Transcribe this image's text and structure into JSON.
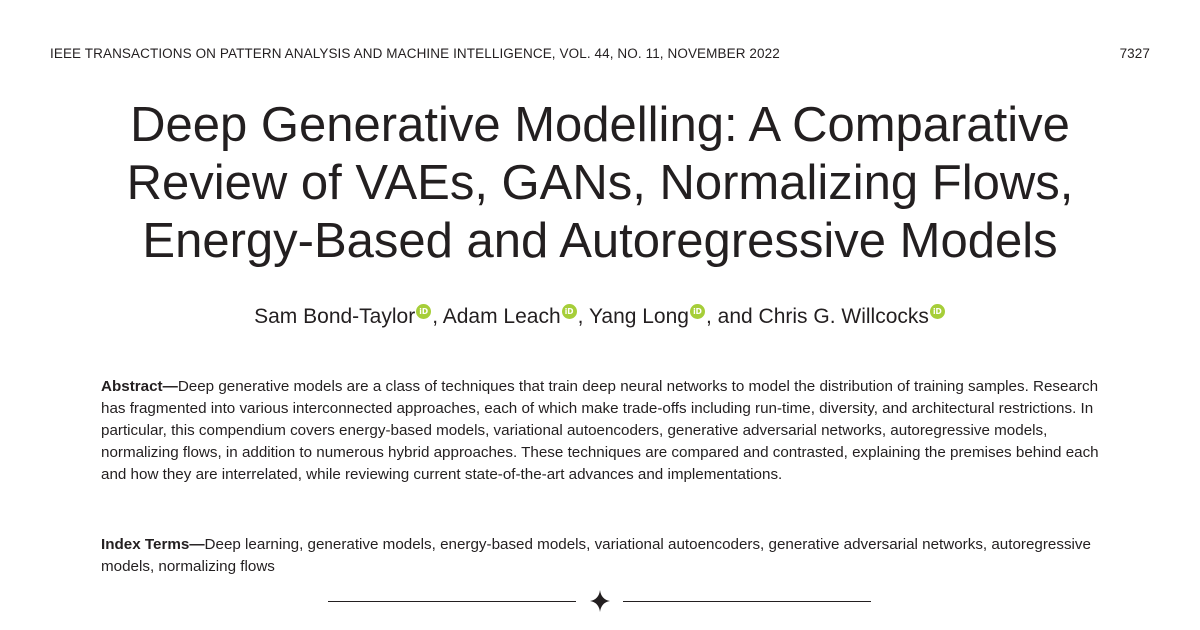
{
  "header": {
    "journal": "IEEE TRANSACTIONS ON PATTERN ANALYSIS AND MACHINE INTELLIGENCE, VOL. 44, NO. 11, NOVEMBER 2022",
    "page_number": "7327"
  },
  "title_lines": [
    "Deep Generative Modelling: A Comparative",
    "Review of VAEs, GANs, Normalizing Flows,",
    "Energy-Based and Autoregressive Models"
  ],
  "authors": [
    {
      "name": "Sam Bond-Taylor",
      "sep": ", "
    },
    {
      "name": "Adam Leach",
      "sep": ", "
    },
    {
      "name": "Yang Long",
      "sep": ", and "
    },
    {
      "name": "Chris G. Willcocks",
      "sep": ""
    }
  ],
  "orcid_badge": "iD",
  "orcid_color": "#a6ce39",
  "abstract": {
    "label": "Abstract—",
    "text": "Deep generative models are a class of techniques that train deep neural networks to model the distribution of training samples. Research has fragmented into various interconnected approaches, each of which make trade-offs including run-time, diversity, and architectural restrictions. In particular, this compendium covers energy-based models, variational autoencoders, generative adversarial networks, autoregressive models, normalizing flows, in addition to numerous hybrid approaches. These techniques are compared and contrasted, explaining the premises behind each and how they are interrelated, while reviewing current state-of-the-art advances and implementations."
  },
  "index_terms": {
    "label": "Index Terms—",
    "text": "Deep learning, generative models, energy-based models, variational autoencoders, generative adversarial networks, autoregressive models, normalizing flows"
  },
  "divider_icon": "four-point-star-icon"
}
